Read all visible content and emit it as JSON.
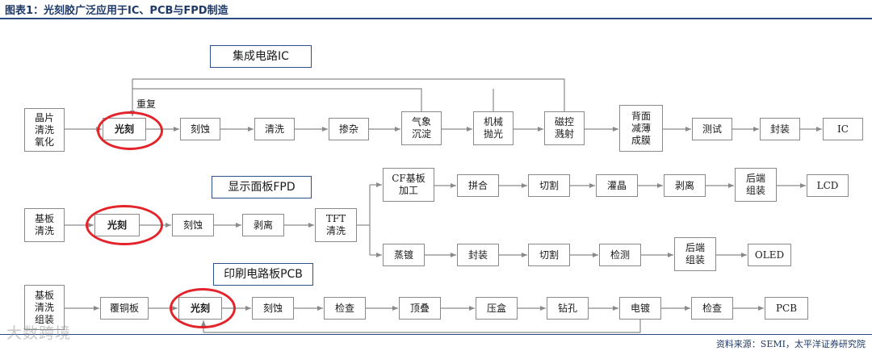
{
  "title": "图表1：光刻胶广泛应用于IC、PCB与FPD制造",
  "source": "资料来源：SEMI，太平洋证券研究院",
  "watermark": "大数跨境",
  "colors": {
    "accent": "#e3242b",
    "brand": "#1f3a68",
    "line": "#8a8a8a"
  },
  "sections": {
    "ic": {
      "label": "集成电路IC",
      "repeat_label": "重复",
      "steps": [
        "晶片\n清洗\n氧化",
        "光刻",
        "刻蚀",
        "清洗",
        "掺杂",
        "气象\n沉淀",
        "机械\n抛光",
        "磁控\n溅射",
        "背面\n减薄\n成膜",
        "测试",
        "封装",
        "IC"
      ]
    },
    "fpd": {
      "label": "显示面板FPD",
      "steps": [
        "基板\n清洗",
        "光刻",
        "刻蚀",
        "剥离",
        "TFT\n清洗"
      ],
      "lcd_branch": [
        "CF基板\n加工",
        "拼合",
        "切割",
        "灌晶",
        "剥离",
        "后端\n组装",
        "LCD"
      ],
      "oled_branch": [
        "蒸镀",
        "封装",
        "切割",
        "检测",
        "后端\n组装",
        "OLED"
      ]
    },
    "pcb": {
      "label": "印刷电路板PCB",
      "steps": [
        "基板\n清洗\n组装",
        "覆铜板",
        "光刻",
        "刻蚀",
        "检查",
        "顶叠",
        "压盒",
        "钻孔",
        "电镀",
        "检查",
        "PCB"
      ]
    }
  }
}
